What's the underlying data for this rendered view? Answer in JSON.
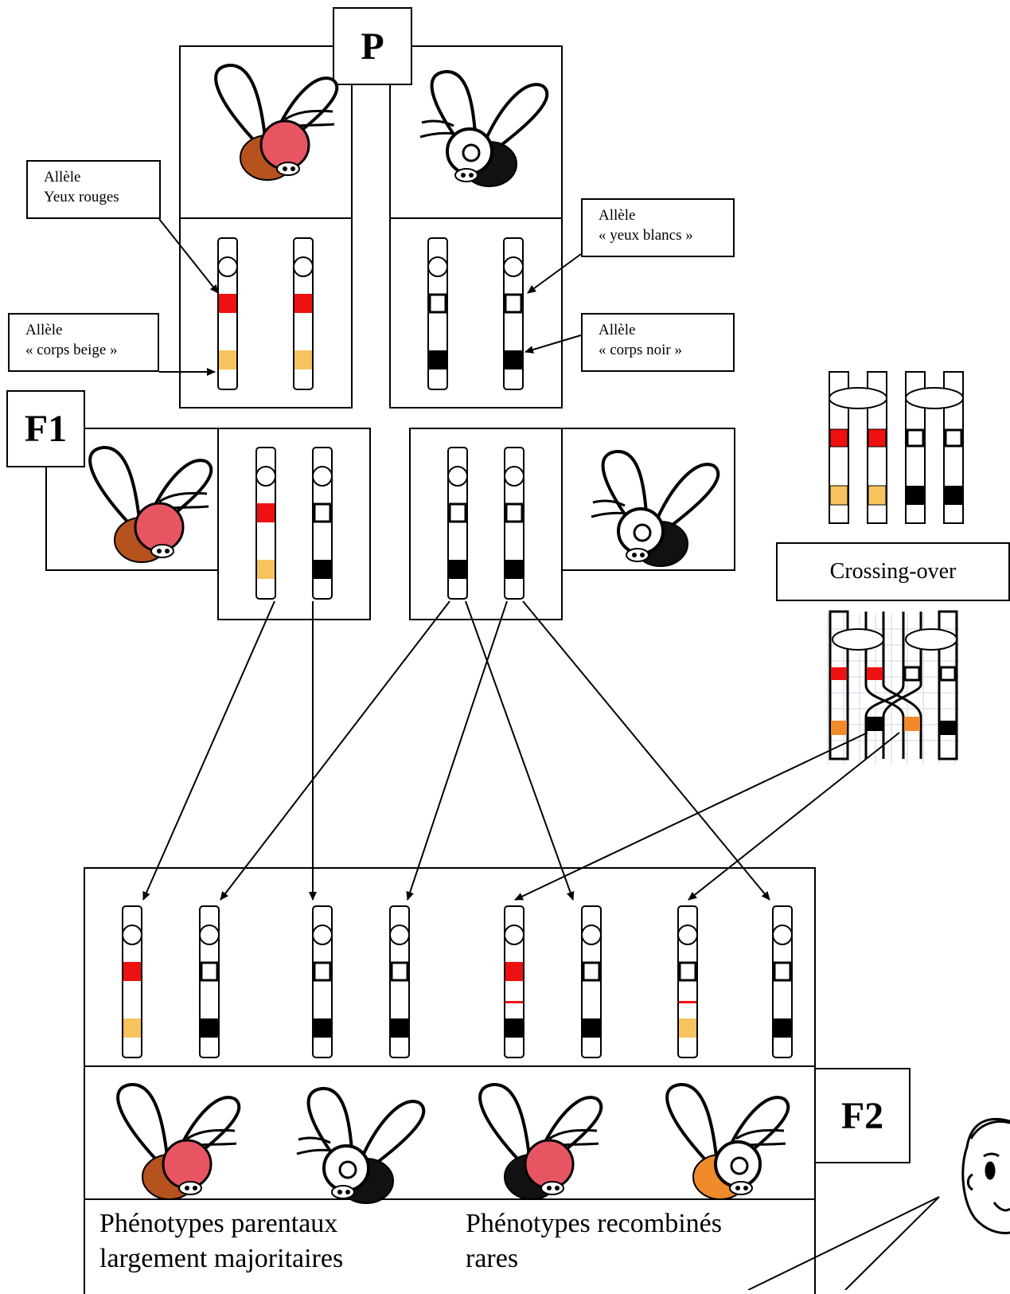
{
  "generations": {
    "p": "P",
    "f1": "F1",
    "f2": "F2"
  },
  "callouts": {
    "red_eyes": [
      "Allèle",
      "Yeux rouges"
    ],
    "beige_body": [
      "Allèle",
      "« corps beige »"
    ],
    "white_eyes": [
      "Allèle",
      "« yeux blancs »"
    ],
    "black_body": [
      "Allèle",
      "« corps noir »"
    ]
  },
  "crossing_over_label": "Crossing-over",
  "captions": {
    "parental": [
      "Phénotypes parentaux",
      "largement majoritaires"
    ],
    "recombined": [
      "Phénotypes recombinés",
      "rares"
    ]
  },
  "colors": {
    "red_allele": "#ee1111",
    "beige_allele": "#f7c35f",
    "black_allele": "#000000",
    "fly_red_eye": "#e85562",
    "fly_brown_body": "#b5521e",
    "fly_orange_body": "#f08a2a"
  },
  "icons": [
    "fly-red-eyes-beige-body",
    "fly-white-eyes-black-body",
    "fly-red-eyes-black-body",
    "fly-white-eyes-beige-body",
    "student-face"
  ]
}
